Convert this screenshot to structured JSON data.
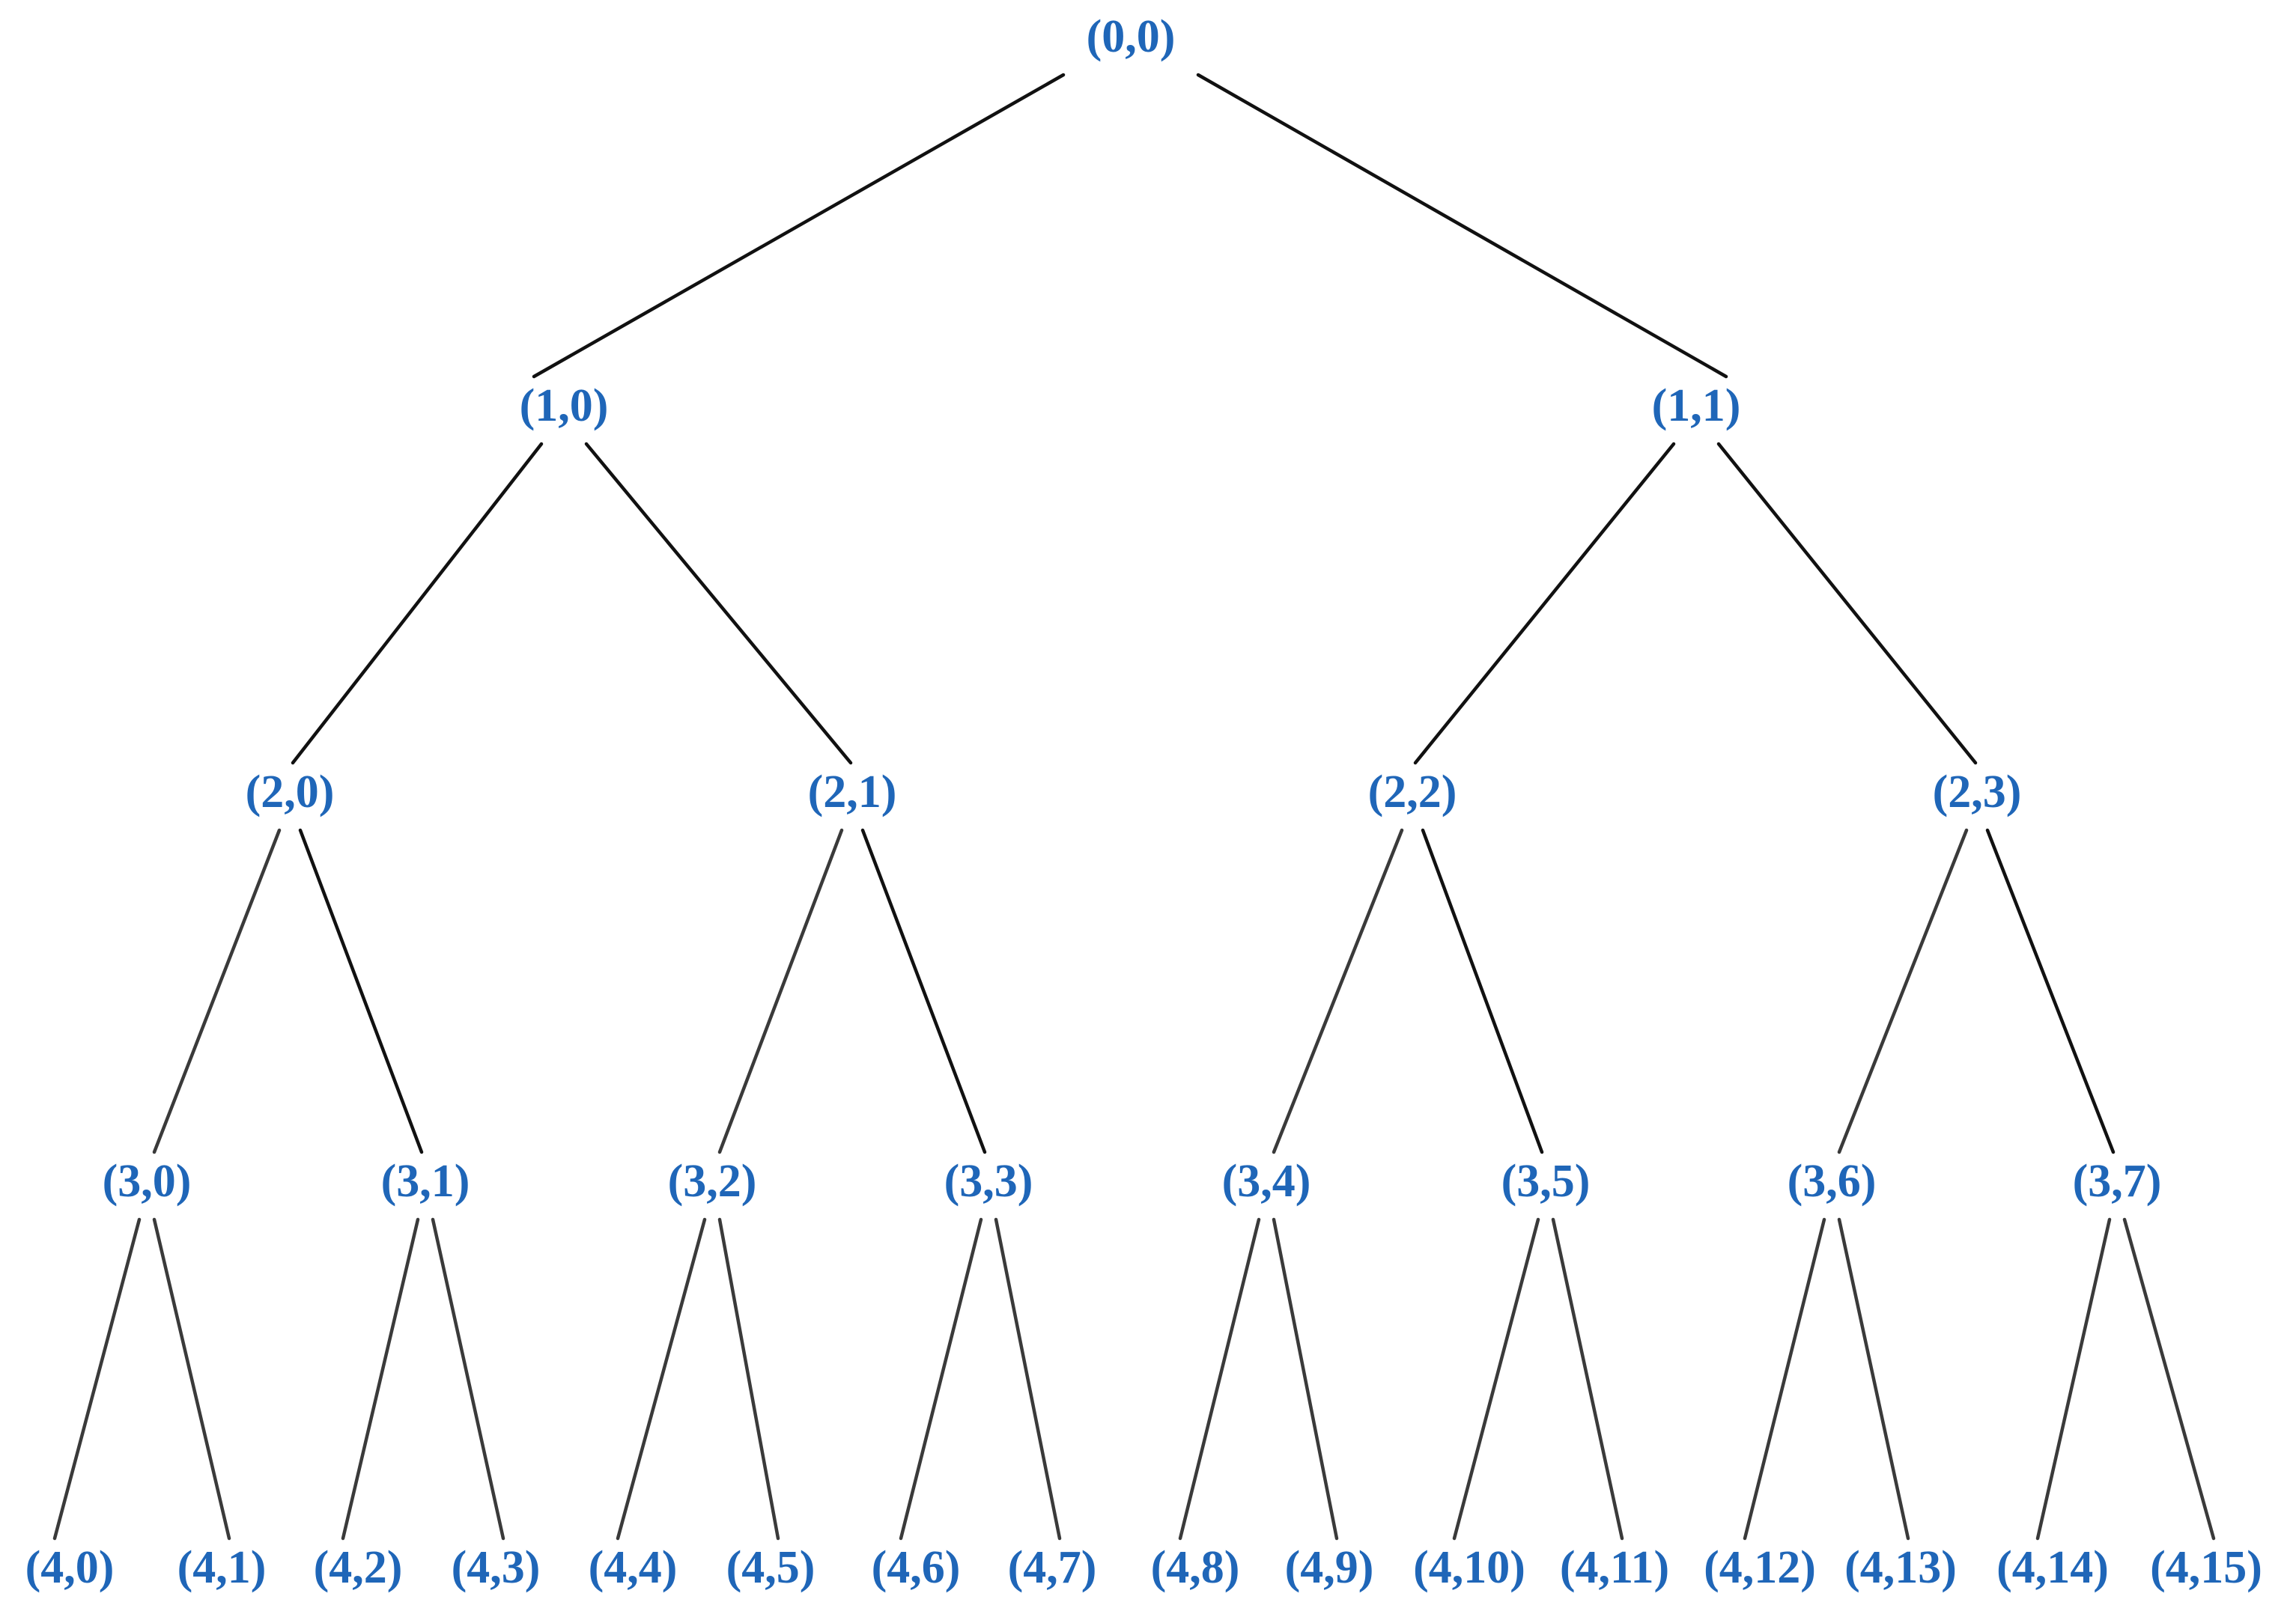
{
  "diagram": {
    "type": "binary-tree",
    "label_color": "#1f66b8",
    "edge_color": "#111111",
    "levels": [
      {
        "depth": 0,
        "nodes": [
          "(0,0)"
        ]
      },
      {
        "depth": 1,
        "nodes": [
          "(1,0)",
          "(1,1)"
        ]
      },
      {
        "depth": 2,
        "nodes": [
          "(2,0)",
          "(2,1)",
          "(2,2)",
          "(2,3)"
        ]
      },
      {
        "depth": 3,
        "nodes": [
          "(3,0)",
          "(3,1)",
          "(3,2)",
          "(3,3)",
          "(3,4)",
          "(3,5)",
          "(3,6)",
          "(3,7)"
        ]
      },
      {
        "depth": 4,
        "nodes": [
          "(4,0)",
          "(4,1)",
          "(4,2)",
          "(4,3)",
          "(4,4)",
          "(4,5)",
          "(4,6)",
          "(4,7)",
          "(4,8)",
          "(4,9)",
          "(4,10)",
          "(4,11)",
          "(4,12)",
          "(4,13)",
          "(4,14)",
          "(4,15)"
        ]
      }
    ]
  }
}
